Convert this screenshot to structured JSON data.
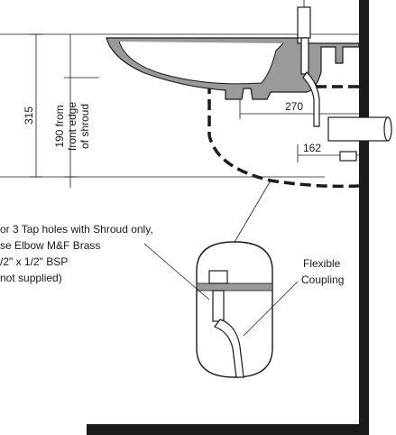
{
  "dimensions": {
    "height_315": "315",
    "shroud_line1": "190 from",
    "shroud_line2": "front edge",
    "shroud_line3": "of shroud",
    "depth_270": "270",
    "depth_162": "162"
  },
  "notes": {
    "tap_note": [
      "or 3 Tap holes with Shroud only,",
      "se Elbow M&F Brass",
      "/2\" x 1/2\" BSP",
      "not supplied)"
    ],
    "coupling": [
      "Flexible",
      "Coupling"
    ]
  },
  "colors": {
    "line": "#1a1a1a",
    "fill": "#9a9a9a"
  }
}
